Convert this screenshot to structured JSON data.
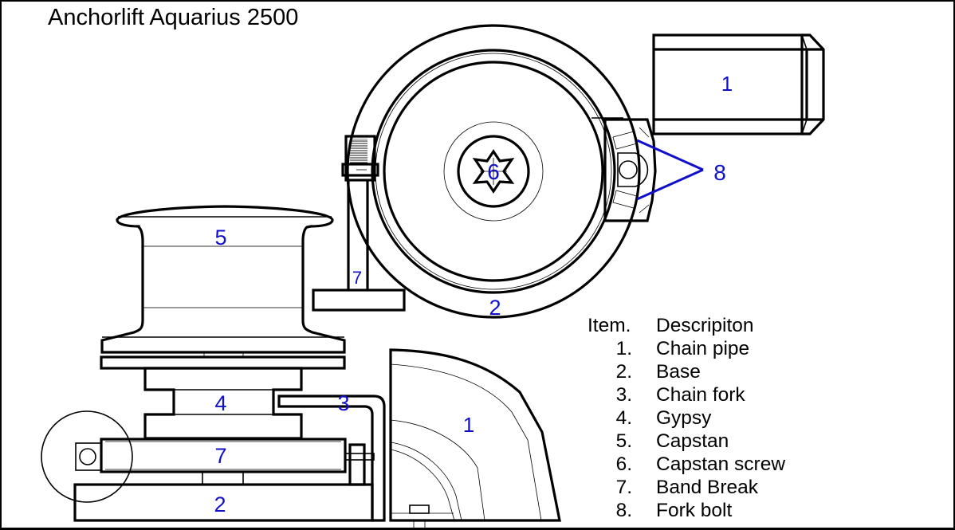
{
  "title": "Anchorlift Aquarius 2500",
  "accent_color": "#1010cc",
  "callouts": {
    "top_chain_pipe": "1",
    "top_base": "2",
    "top_capstan_screw": "6",
    "top_band_break": "7",
    "top_fork_bolt": "8",
    "side_capstan": "5",
    "side_gypsy": "4",
    "side_chain_fork": "3",
    "side_band_break": "7",
    "side_base": "2",
    "side_chain_pipe": "1"
  },
  "legend": {
    "header_item": "Item.",
    "header_description": "Descripiton",
    "items": [
      {
        "num": "1.",
        "label": "Chain pipe"
      },
      {
        "num": "2.",
        "label": "Base"
      },
      {
        "num": "3.",
        "label": "Chain fork"
      },
      {
        "num": "4.",
        "label": "Gypsy"
      },
      {
        "num": "5.",
        "label": "Capstan"
      },
      {
        "num": "6.",
        "label": "Capstan screw"
      },
      {
        "num": "7.",
        "label": "Band Break"
      },
      {
        "num": "8.",
        "label": "Fork bolt"
      }
    ]
  }
}
